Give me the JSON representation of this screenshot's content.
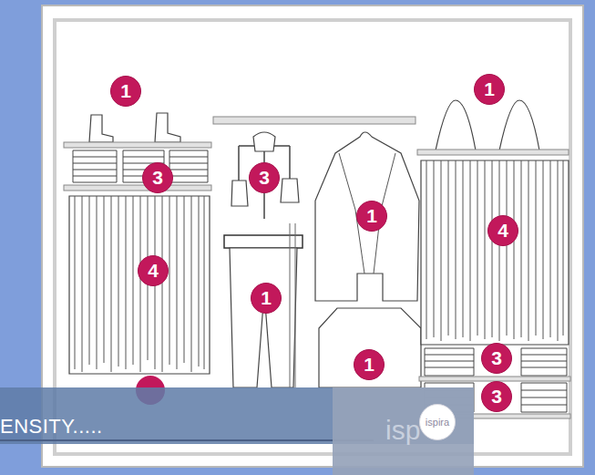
{
  "diagram": {
    "nodes": [
      {
        "text": [
          "1"
        ]
      },
      {
        "text": [
          "1"
        ]
      },
      {
        "text": [
          "3"
        ]
      },
      {
        "text": [
          "3"
        ]
      },
      {
        "text": [
          "1"
        ]
      },
      {
        "text": [
          "4"
        ]
      },
      {
        "text": [
          "4"
        ]
      },
      {
        "text": [
          "1"
        ]
      },
      {
        "text": [
          "1"
        ]
      },
      {
        "text": [
          "3"
        ]
      },
      {
        "text": [
          "3"
        ]
      },
      {
        "text": [
          "ENSITY....."
        ]
      },
      {
        "text": [
          "isp"
        ]
      },
      {
        "text": [
          "ispira"
        ],
        "in": 12
      }
    ]
  }
}
